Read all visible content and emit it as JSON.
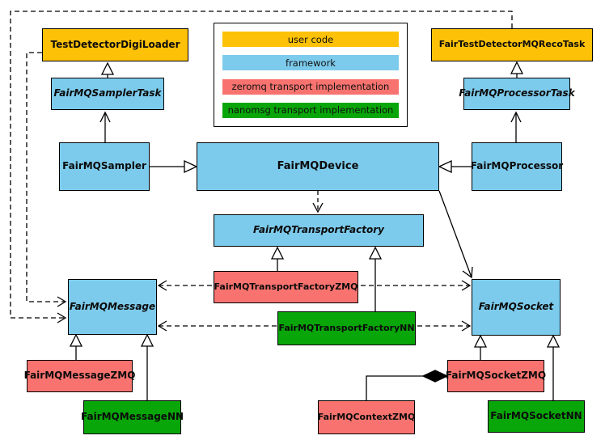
{
  "legend": {
    "items": [
      {
        "label": "user code",
        "color": "#FDC107",
        "category": "user-code"
      },
      {
        "label": "framework",
        "color": "#7DCBEC",
        "category": "framework"
      },
      {
        "label": "zeromq transport implementation",
        "color": "#F8736F",
        "category": "zeromq"
      },
      {
        "label": "nanomsg transport implementation",
        "color": "#09A609",
        "category": "nanomsg"
      }
    ]
  },
  "nodes": {
    "digi_loader": {
      "label": "TestDetectorDigiLoader",
      "category": "user-code"
    },
    "reco_task": {
      "label": "FairTestDetectorMQRecoTask",
      "category": "user-code"
    },
    "sampler_task": {
      "label": "FairMQSamplerTask",
      "category": "framework",
      "abstract": true
    },
    "processor_task": {
      "label": "FairMQProcessorTask",
      "category": "framework",
      "abstract": true
    },
    "sampler": {
      "label": "FairMQSampler",
      "category": "framework"
    },
    "device": {
      "label": "FairMQDevice",
      "category": "framework"
    },
    "processor": {
      "label": "FairMQProcessor",
      "category": "framework"
    },
    "transport_factory": {
      "label": "FairMQTransportFactory",
      "category": "framework",
      "abstract": true
    },
    "transport_factory_zmq": {
      "label": "FairMQTransportFactoryZMQ",
      "category": "zeromq"
    },
    "transport_factory_nn": {
      "label": "FairMQTransportFactoryNN",
      "category": "nanomsg"
    },
    "message": {
      "label": "FairMQMessage",
      "category": "framework",
      "abstract": true
    },
    "socket": {
      "label": "FairMQSocket",
      "category": "framework",
      "abstract": true
    },
    "message_zmq": {
      "label": "FairMQMessageZMQ",
      "category": "zeromq"
    },
    "message_nn": {
      "label": "FairMQMessageNN",
      "category": "nanomsg"
    },
    "socket_zmq": {
      "label": "FairMQSocketZMQ",
      "category": "zeromq"
    },
    "socket_nn": {
      "label": "FairMQSocketNN",
      "category": "nanomsg"
    },
    "context_zmq": {
      "label": "FairMQContextZMQ",
      "category": "zeromq"
    }
  }
}
